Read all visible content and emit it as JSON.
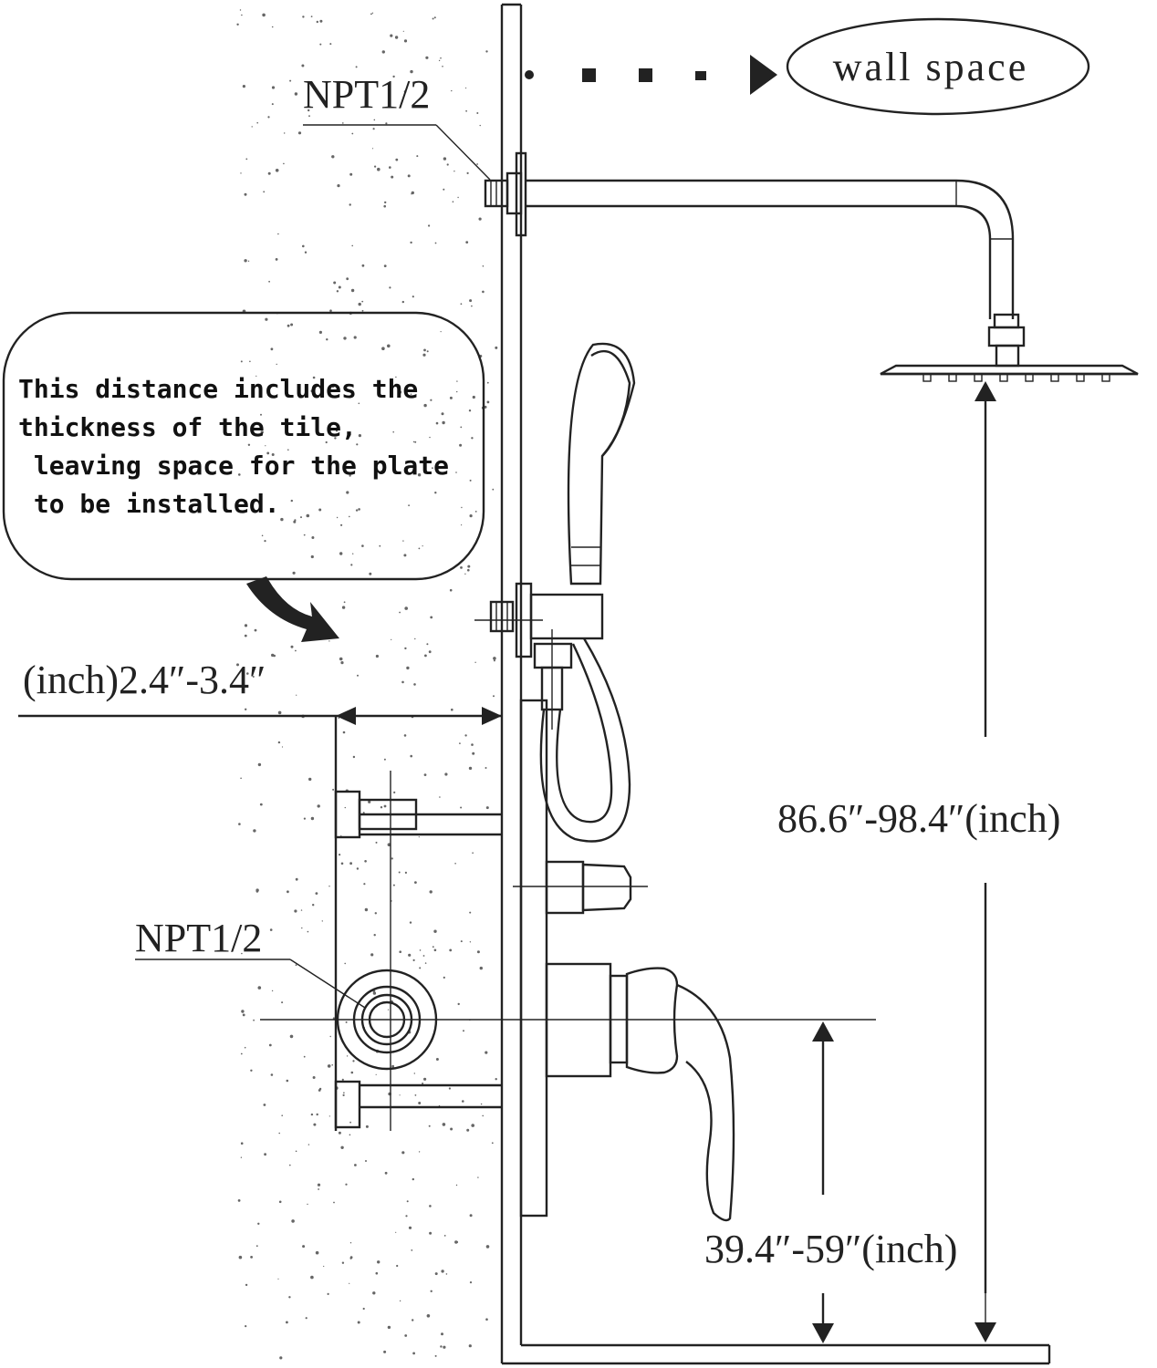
{
  "labels": {
    "wall_space": "wall space",
    "npt_top": "NPT1/2",
    "npt_valve": "NPT1/2",
    "tile_distance": "(inch)2.4″-3.4″",
    "shower_height": "86.6″-98.4″(inch)",
    "valve_height": "39.4″-59″(inch)"
  },
  "note": {
    "lines": [
      "This distance includes the",
      "thickness of the tile,",
      " leaving space for the plate",
      " to be installed."
    ]
  }
}
